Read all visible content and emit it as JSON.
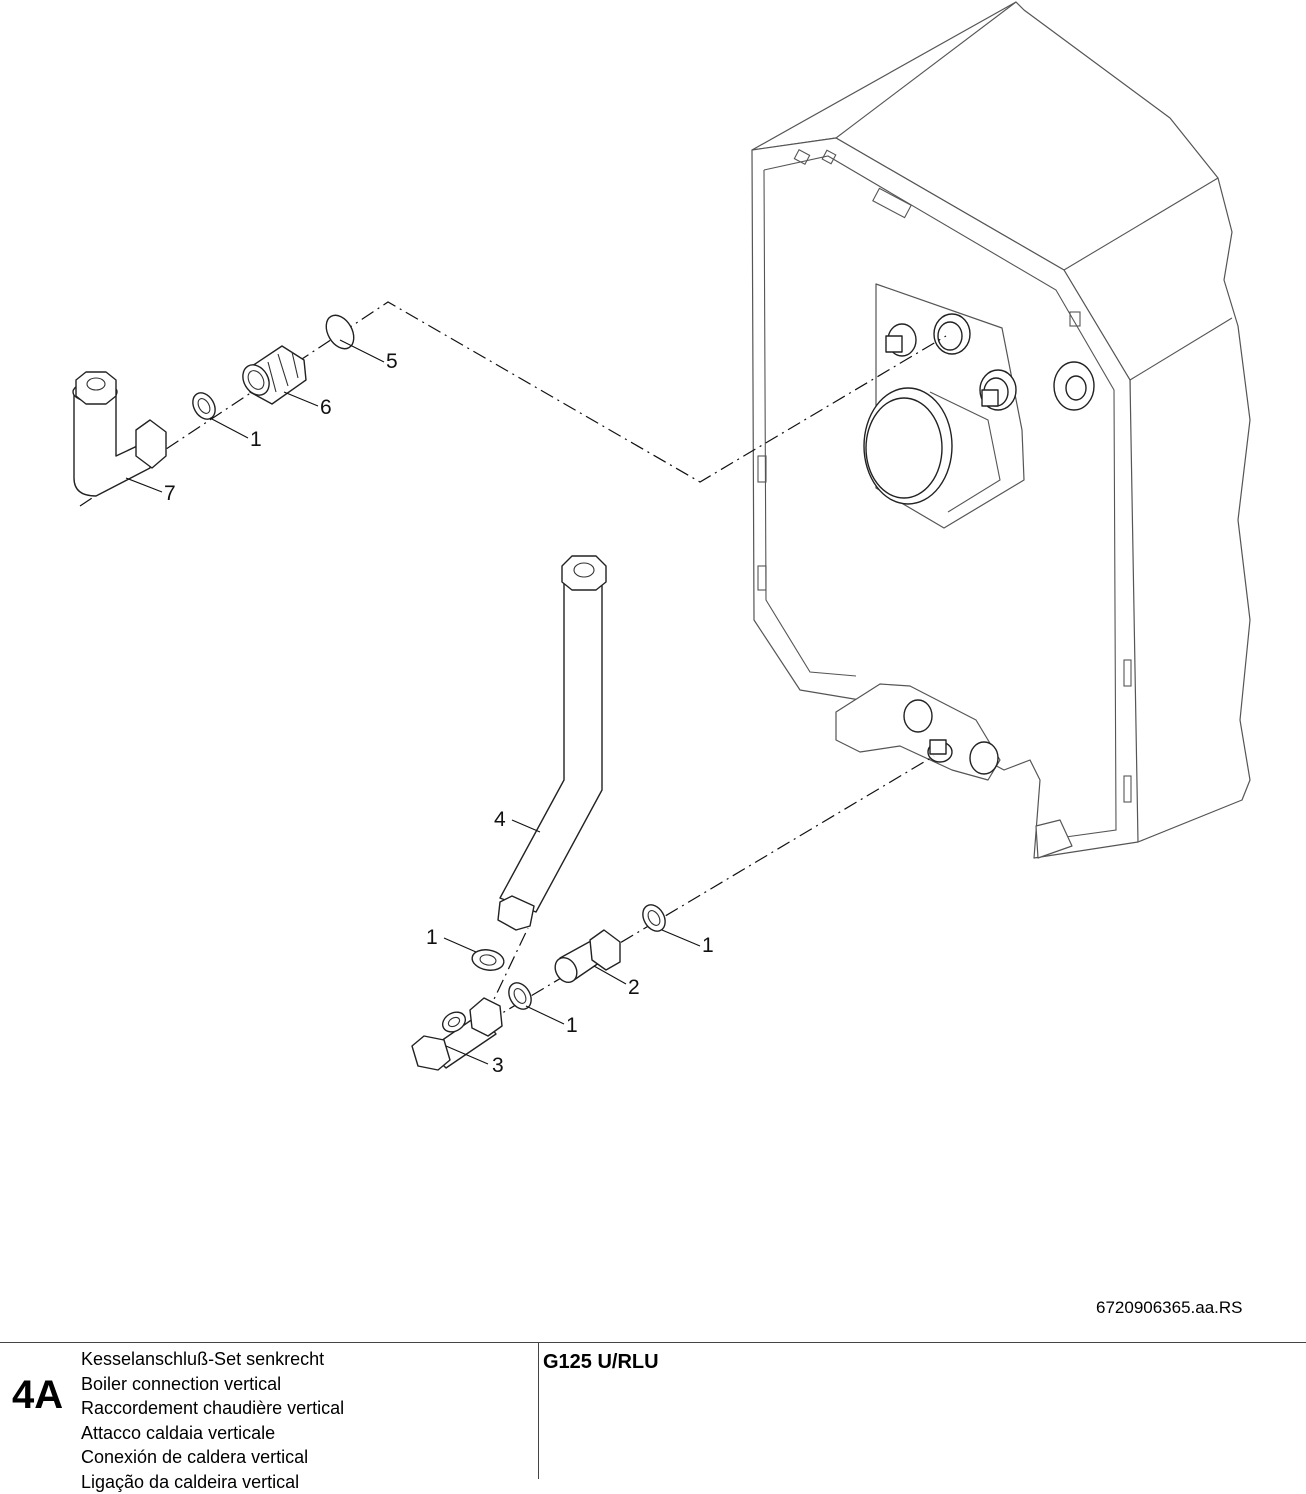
{
  "callouts": {
    "c5": "5",
    "c6": "6",
    "c1_top": "1",
    "c7": "7",
    "c4": "4",
    "c1_left": "1",
    "c1_right": "1",
    "c2": "2",
    "c1_bottom": "1",
    "c3": "3"
  },
  "drawing_code": "6720906365.aa.RS",
  "title_block": {
    "section": "4A",
    "model": "G125 U/RLU",
    "descriptions": [
      "Kesselanschluß-Set senkrecht",
      "Boiler connection vertical",
      "Raccordement chaudière vertical",
      "Attacco caldaia verticale",
      "Conexión de caldera vertical",
      "Ligação da caldeira vertical"
    ]
  }
}
